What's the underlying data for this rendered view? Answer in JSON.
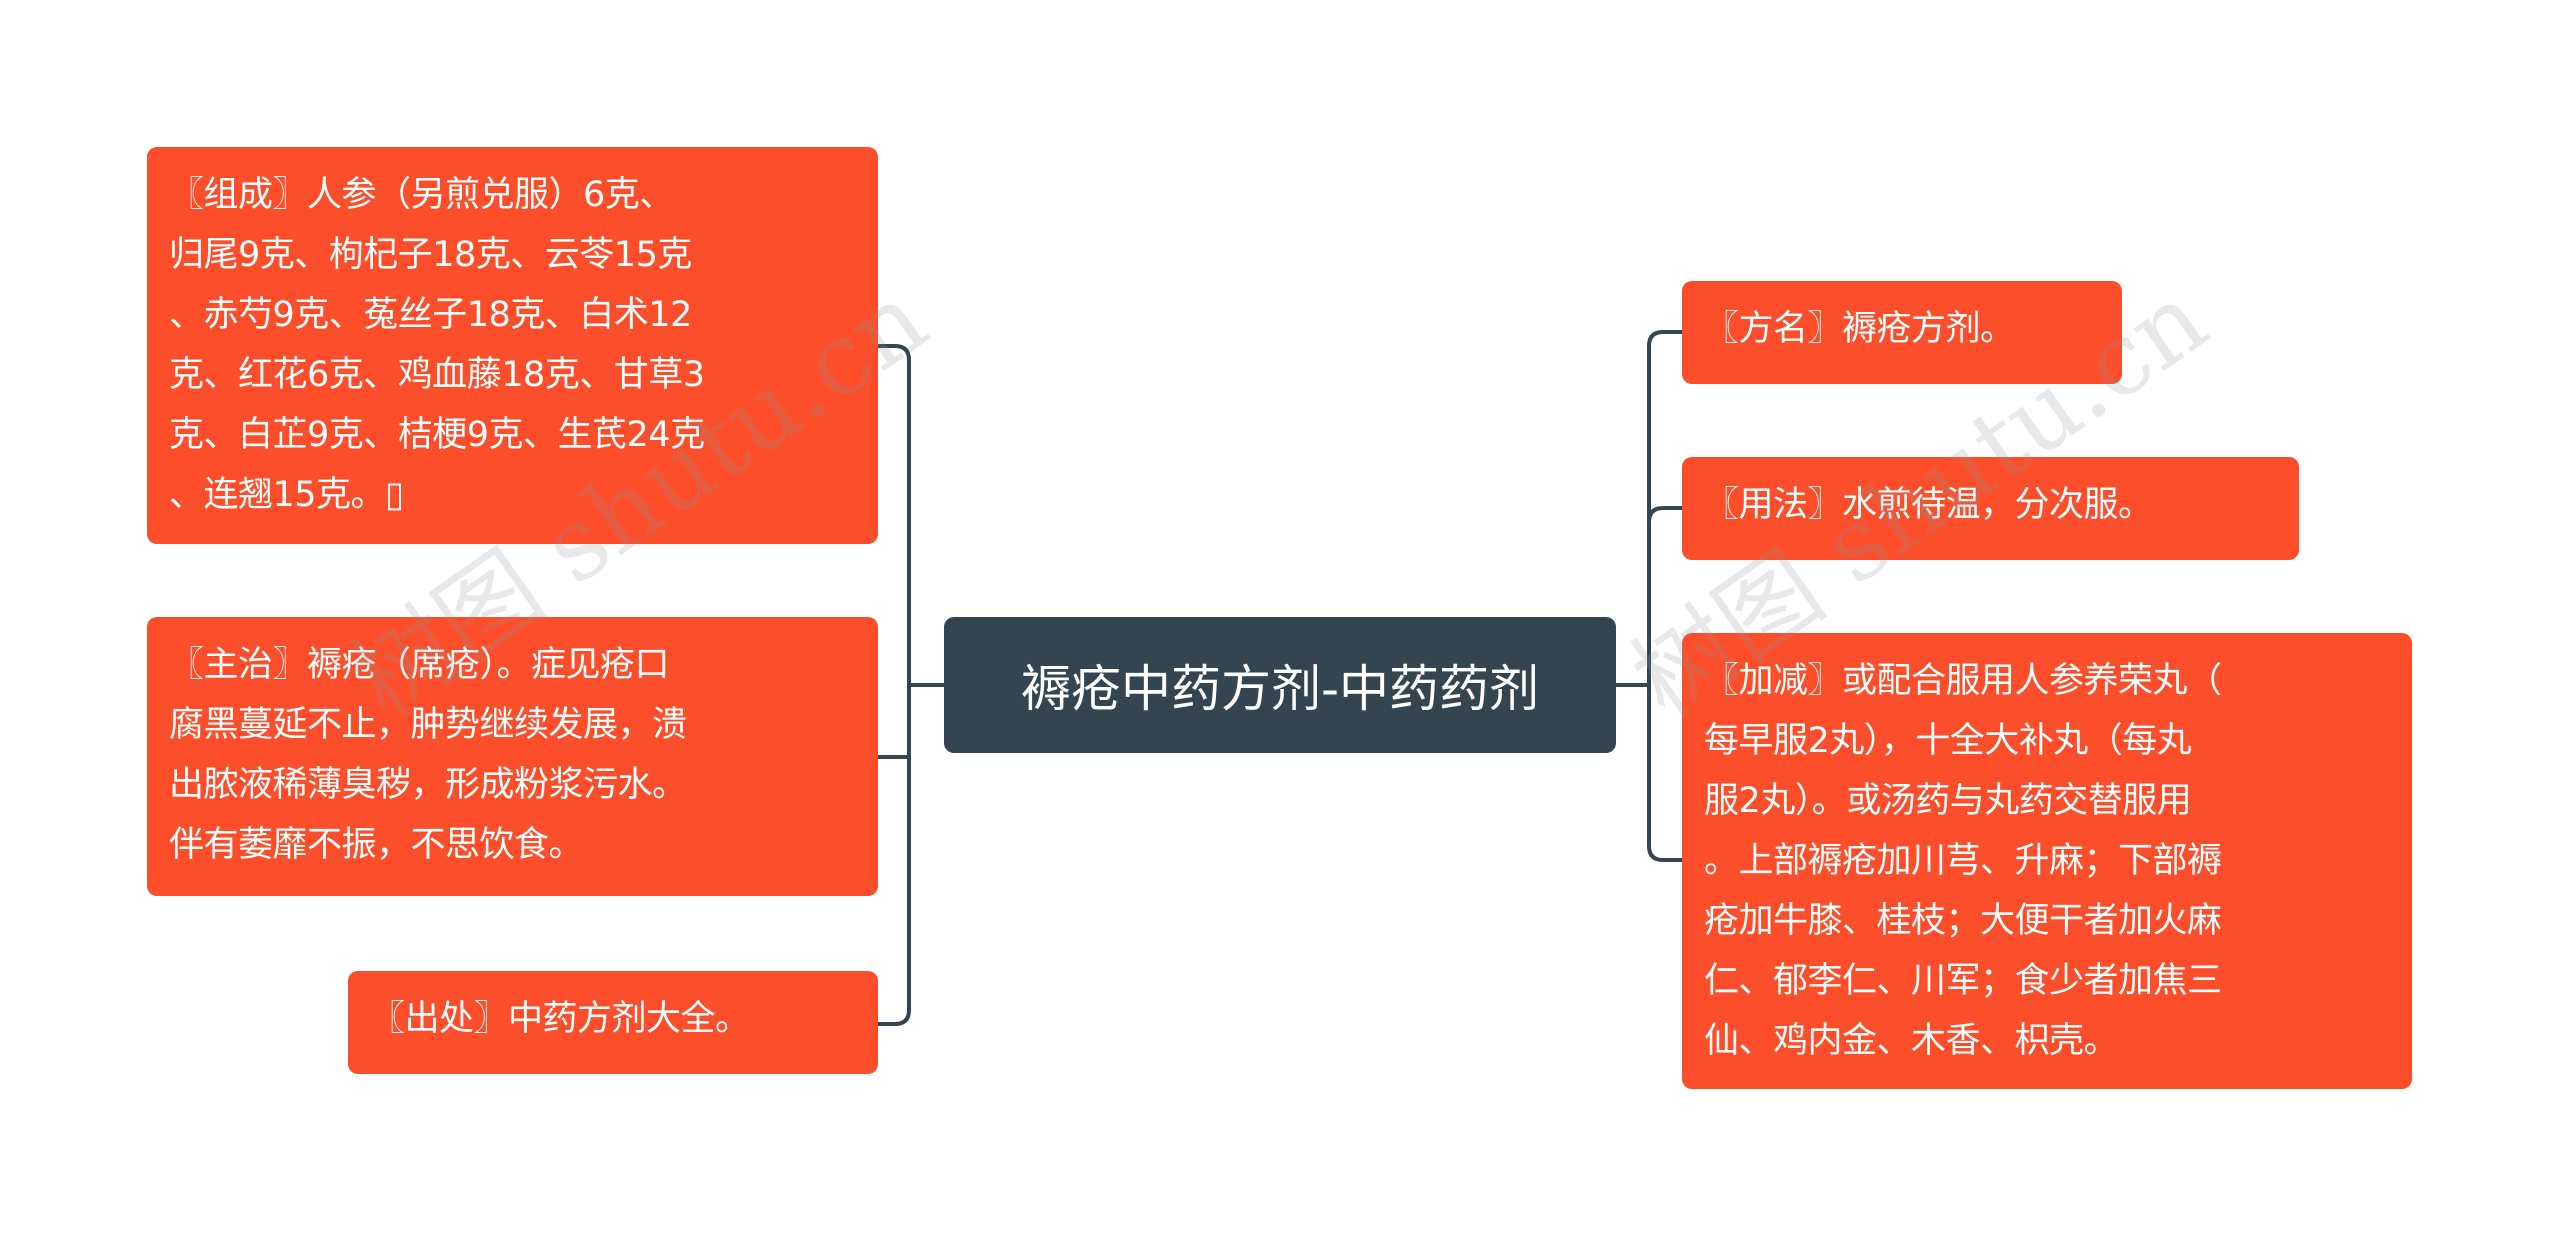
{
  "center": {
    "title": "褥疮中药方剂-中药药剂"
  },
  "left_nodes": [
    {
      "text": "〖组成〗人参（另煎兑服）6克、\n归尾9克、枸杞子18克、云苓15克\n、赤芍9克、菟丝子18克、白术12\n克、红花6克、鸡血藤18克、甘草3\n克、白芷9克、桔梗9克、生芪24克\n、连翘15克。▯"
    },
    {
      "text": "〖主治〗褥疮（席疮）。症见疮口\n腐黑蔓延不止，肿势继续发展，溃\n出脓液稀薄臭秽，形成粉浆污水。\n伴有萎靡不振，不思饮食。"
    },
    {
      "text": "〖出处〗中药方剂大全。"
    }
  ],
  "right_nodes": [
    {
      "text": "〖方名〗褥疮方剂。"
    },
    {
      "text": "〖用法〗水煎待温，分次服。"
    },
    {
      "text": "〖加减〗或配合服用人参养荣丸（\n每早服2丸），十全大补丸（每丸\n服2丸）。或汤药与丸药交替服用\n。上部褥疮加川芎、升麻；下部褥\n疮加牛膝、桂枝；大便干者加火麻\n仁、郁李仁、川军；食少者加焦三\n仙、鸡内金、木香、枳壳。"
    }
  ],
  "watermark": "树图 shutu.cn",
  "colors": {
    "node": "#fc4e2a",
    "center": "#344552",
    "line": "#344552"
  }
}
